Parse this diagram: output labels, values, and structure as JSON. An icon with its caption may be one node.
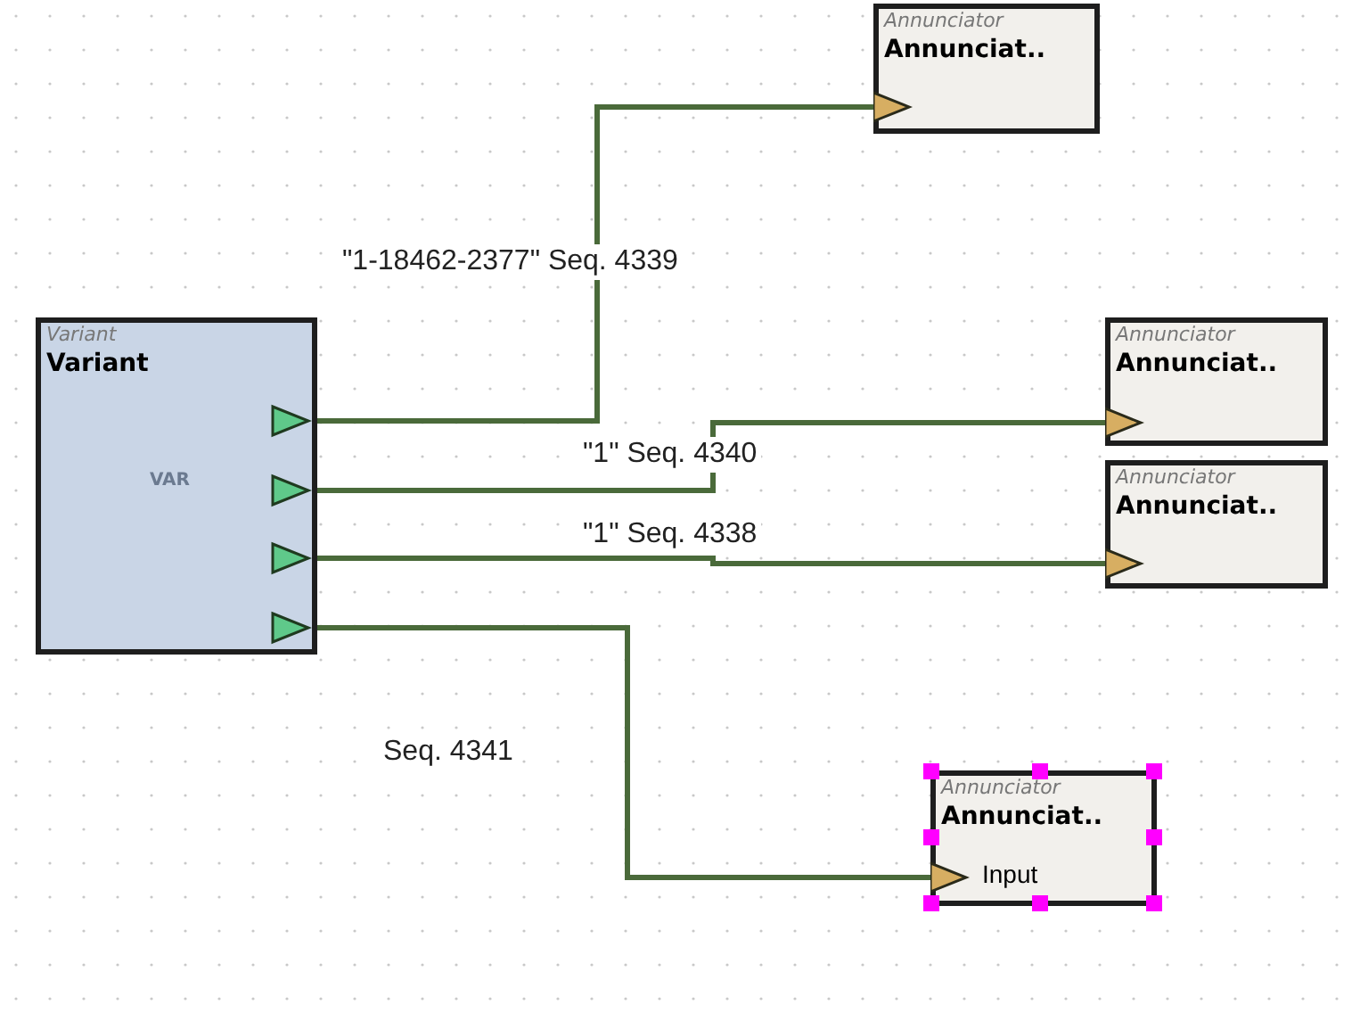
{
  "diagram": {
    "nodes": [
      {
        "text": [
          "Variant",
          "Variant",
          "VAR"
        ]
      },
      {
        "text": [
          "Annunciator",
          "Annunciat.."
        ]
      },
      {
        "text": [
          "Annunciator",
          "Annunciat.."
        ]
      },
      {
        "text": [
          "Annunciator",
          "Annunciat.."
        ]
      },
      {
        "text": [
          "Annunciator",
          "Annunciat..",
          "Input"
        ]
      }
    ],
    "edges": [
      {
        "from": 0,
        "to": 1,
        "arrow": "to",
        "label": "\"1-18462-2377\" Seq. 4339"
      },
      {
        "from": 0,
        "to": 2,
        "arrow": "to",
        "label": "\"1\" Seq. 4340"
      },
      {
        "from": 0,
        "to": 3,
        "arrow": "to",
        "label": "\"1\" Seq. 4338"
      },
      {
        "from": 0,
        "to": 4,
        "arrow": "to",
        "label": "Seq. 4341"
      }
    ]
  }
}
